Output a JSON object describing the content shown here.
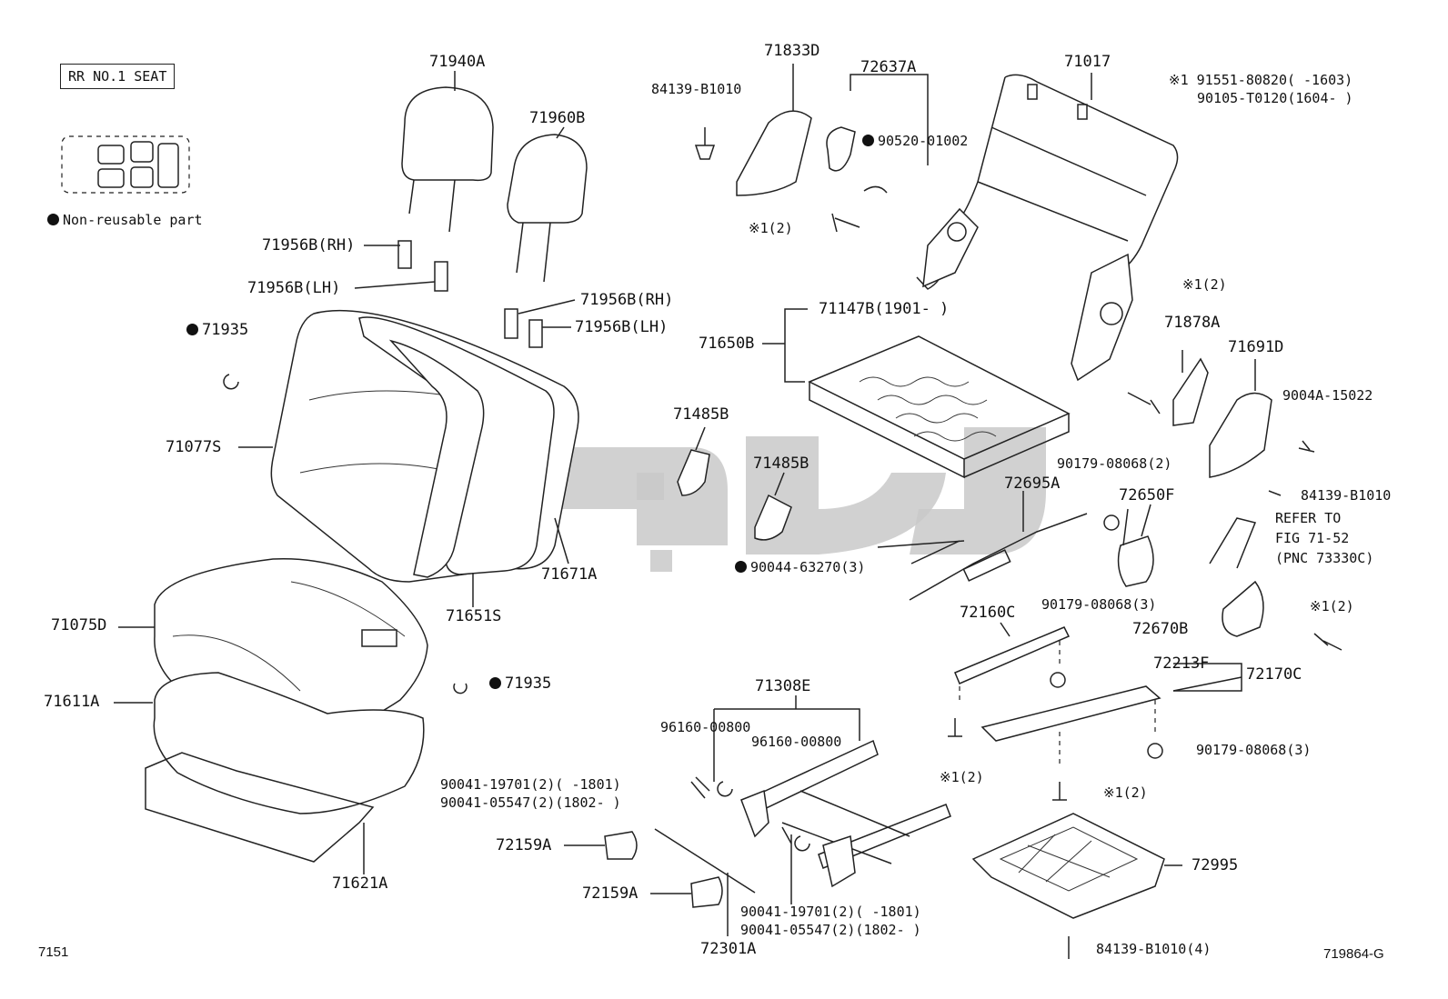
{
  "legend": {
    "seat_label": "RR NO.1 SEAT",
    "non_reusable": "Non-reusable part"
  },
  "notes": {
    "footnote_line1": "※1  91551-80820(     -1603)",
    "footnote_line2": "90105-T0120(1604-     )"
  },
  "parts": {
    "p71940A": "71940A",
    "p71960B": "71960B",
    "p71956B_rh_1": "71956B(RH)",
    "p71956B_lh_1": "71956B(LH)",
    "p71956B_rh_2": "71956B(RH)",
    "p71956B_lh_2": "71956B(LH)",
    "p71935_1": "71935",
    "p71935_2": "71935",
    "p71077S": "71077S",
    "p71651S": "71651S",
    "p71671A": "71671A",
    "p71075D": "71075D",
    "p71611A": "71611A",
    "p71621A": "71621A",
    "p84139_1": "84139-B1010",
    "p71833D": "71833D",
    "p72637A": "72637A",
    "p90520": "90520-01002",
    "p71017": "71017",
    "x1_1": "※1(2)",
    "x1_2": "※1(2)",
    "x1_3": "※1(2)",
    "x1_4": "※1(2)",
    "x1_5": "※1(2)",
    "p71147B": "71147B(1901-    )",
    "p71650B": "71650B",
    "p71878A": "71878A",
    "p71691D": "71691D",
    "p9004A": "9004A-15022",
    "p84139_2": "84139-B1010",
    "p71485B_1": "71485B",
    "p71485B_2": "71485B",
    "p90179_1": "90179-08068(2)",
    "p72695A": "72695A",
    "p72650F": "72650F",
    "p90044": "90044-63270(3)",
    "refer_line1": "REFER TO",
    "refer_line2": "FIG 71-52",
    "refer_line3": "(PNC 73330C)",
    "p72160C": "72160C",
    "p90179_2": "90179-08068(3)",
    "p72670B": "72670B",
    "p72213F": "72213F",
    "p72170C": "72170C",
    "p71308E": "71308E",
    "p96160_1": "96160-00800",
    "p96160_2": "96160-00800",
    "p90041_a1": "90041-19701(2)(     -1801)",
    "p90041_a2": "90041-05547(2)(1802-     )",
    "p90041_b1": "90041-19701(2)(     -1801)",
    "p90041_b2": "90041-05547(2)(1802-     )",
    "p90179_3": "90179-08068(3)",
    "p72159A_1": "72159A",
    "p72159A_2": "72159A",
    "p72995": "72995",
    "p72301A": "72301A",
    "p84139_3": "84139-B1010(4)"
  },
  "footer": {
    "left_code": "7151",
    "right_code": "719864-G"
  },
  "watermark_color": "#c9c9c9"
}
